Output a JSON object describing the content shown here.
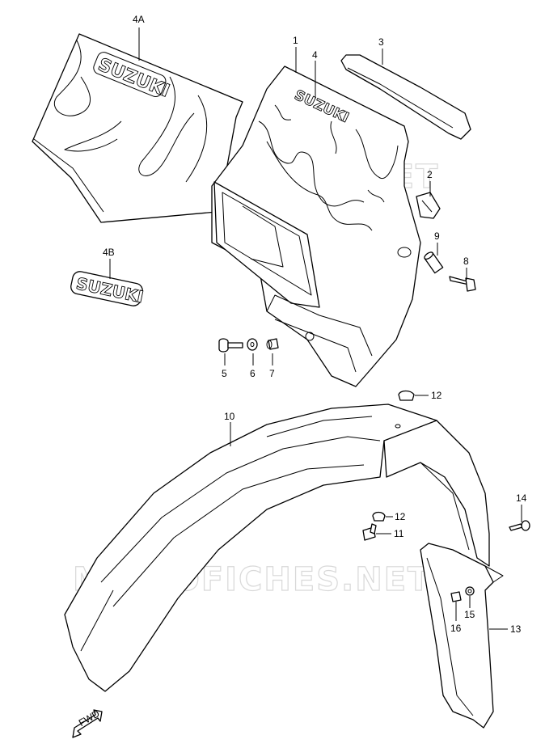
{
  "watermark": "MICROFICHES.NET",
  "brand_logo": "SUZUKI",
  "fwd_label": "FWD",
  "callouts": [
    {
      "id": "4A",
      "text": "4A"
    },
    {
      "id": "1",
      "text": "1"
    },
    {
      "id": "4",
      "text": "4"
    },
    {
      "id": "3",
      "text": "3"
    },
    {
      "id": "2",
      "text": "2"
    },
    {
      "id": "9",
      "text": "9"
    },
    {
      "id": "8",
      "text": "8"
    },
    {
      "id": "4B",
      "text": "4B"
    },
    {
      "id": "5",
      "text": "5"
    },
    {
      "id": "6",
      "text": "6"
    },
    {
      "id": "7",
      "text": "7"
    },
    {
      "id": "10",
      "text": "10"
    },
    {
      "id": "12a",
      "text": "12"
    },
    {
      "id": "12b",
      "text": "12"
    },
    {
      "id": "11",
      "text": "11"
    },
    {
      "id": "14",
      "text": "14"
    },
    {
      "id": "15",
      "text": "15"
    },
    {
      "id": "16",
      "text": "16"
    },
    {
      "id": "13",
      "text": "13"
    }
  ]
}
